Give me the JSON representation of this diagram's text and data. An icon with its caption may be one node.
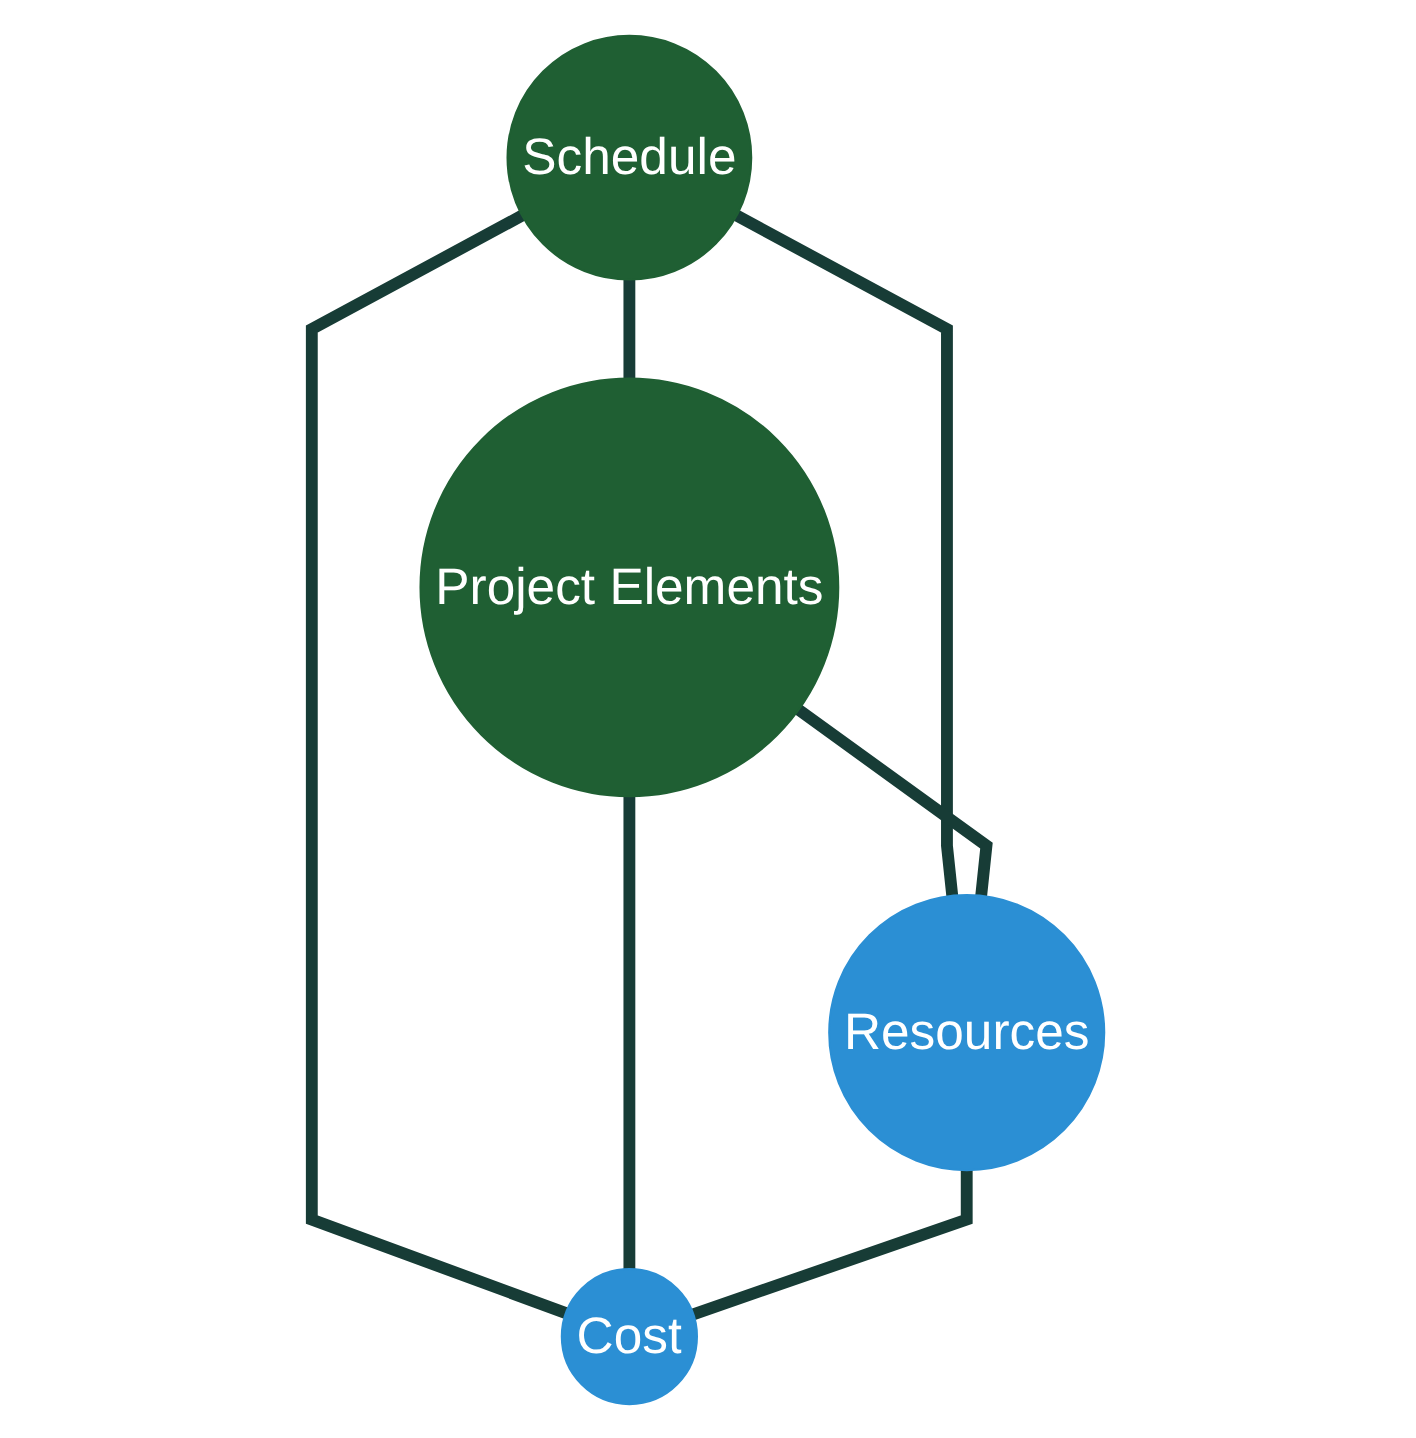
{
  "diagram": {
    "nodes": [
      {
        "text": [
          "Schedule"
        ]
      },
      {
        "text": [
          "Project Elements"
        ]
      },
      {
        "text": [
          "Resources"
        ]
      },
      {
        "text": [
          "Cost"
        ]
      }
    ],
    "edges": [
      {
        "from": 0,
        "to": 1,
        "arrow": "none"
      },
      {
        "from": 0,
        "to": 2,
        "arrow": "none"
      },
      {
        "from": 0,
        "to": 3,
        "arrow": "none"
      },
      {
        "from": 1,
        "to": 2,
        "arrow": "none"
      },
      {
        "from": 1,
        "to": 3,
        "arrow": "none"
      },
      {
        "from": 2,
        "to": 3,
        "arrow": "none"
      }
    ]
  }
}
